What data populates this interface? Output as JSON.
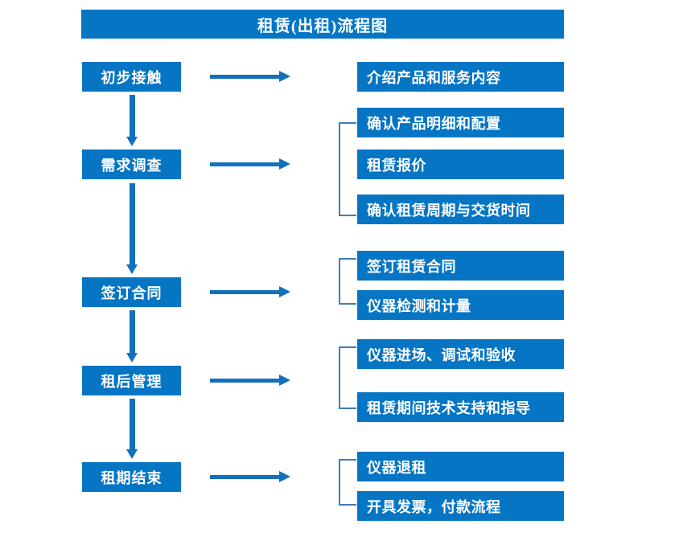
{
  "title": "租赁(出租)流程图",
  "theme": {
    "box_fill": "#0575C4",
    "box_text": "#FFFFFF",
    "arrow": "#1271BC",
    "bracket": "#3C7FB8",
    "background": "#FFFFFF"
  },
  "stages": [
    {
      "label": "初步接触"
    },
    {
      "label": "需求调查"
    },
    {
      "label": "签订合同"
    },
    {
      "label": "租后管理"
    },
    {
      "label": "租期结束"
    }
  ],
  "details": [
    {
      "label": "介绍产品和服务内容"
    },
    {
      "label": "确认产品明细和配置"
    },
    {
      "label": "租赁报价"
    },
    {
      "label": "确认租赁周期与交货时间"
    },
    {
      "label": "签订租赁合同"
    },
    {
      "label": "仪器检测和计量"
    },
    {
      "label": "仪器进场、调试和验收"
    },
    {
      "label": "租赁期间技术支持和指导"
    },
    {
      "label": "仪器退租"
    },
    {
      "label": "开具发票，付款流程"
    }
  ]
}
